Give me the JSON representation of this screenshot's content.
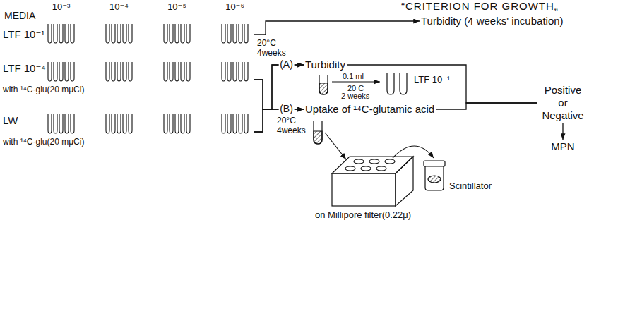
{
  "diagram": {
    "nodes": [
      {
        "text": [
          "LTF 10⁻¹"
        ]
      },
      {
        "text": [
          "LTF 10⁻⁴",
          "with ¹⁴C-glu(20 mμCi)"
        ]
      },
      {
        "text": [
          "LW",
          "with ¹⁴C-glu(20 mμCi)"
        ]
      },
      {
        "text": [
          "Turbidity (4 weeks' incubation)"
        ]
      },
      {
        "text": [
          "Turbidity"
        ]
      },
      {
        "text": [
          "Uptake of ¹⁴C-glutamic acid"
        ]
      },
      {
        "text": [
          "Positive or Negative"
        ]
      },
      {
        "text": [
          "MPN"
        ]
      }
    ],
    "edges": [
      {
        "from": 0,
        "to": 3,
        "arrow": "to"
      },
      {
        "from": 1,
        "to": 4,
        "label": "(A)",
        "arrow": "to"
      },
      {
        "from": 2,
        "to": 4,
        "arrow": "to"
      },
      {
        "from": 1,
        "to": 5,
        "label": "(B)",
        "arrow": "to"
      },
      {
        "from": 2,
        "to": 5,
        "arrow": "to"
      },
      {
        "from": 4,
        "to": 6,
        "arrow": "none"
      },
      {
        "from": 5,
        "to": 6,
        "arrow": "none"
      },
      {
        "from": 6,
        "to": 7,
        "arrow": "to"
      }
    ],
    "labels": [
      "MEDIA",
      "10⁻³",
      "10⁻⁴",
      "10⁻⁵",
      "10⁻⁶",
      "“CRITERION FOR GROWTH„",
      "20°C",
      "4weeks",
      "20°C",
      "4weeks",
      "0.1 ml",
      "20 C",
      "2 weeks",
      "LTF 10⁻¹",
      "Scintillator",
      "on Millipore filter(0.22μ)"
    ]
  }
}
